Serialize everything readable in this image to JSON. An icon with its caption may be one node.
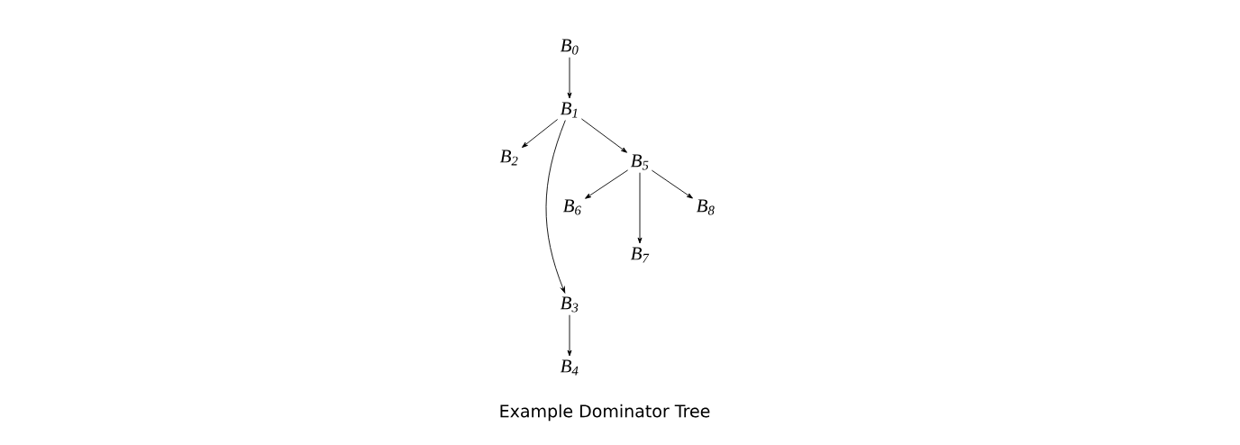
{
  "diagram": {
    "caption": "Example Dominator Tree",
    "nodes": [
      {
        "text": [
          "B$_{0}$"
        ]
      },
      {
        "text": [
          "B$_{1}$"
        ]
      },
      {
        "text": [
          "B$_{2}$"
        ]
      },
      {
        "text": [
          "B$_{3}$"
        ]
      },
      {
        "text": [
          "B$_{4}$"
        ]
      },
      {
        "text": [
          "B$_{5}$"
        ]
      },
      {
        "text": [
          "B$_{6}$"
        ]
      },
      {
        "text": [
          "B$_{7}$"
        ]
      },
      {
        "text": [
          "B$_{8}$"
        ]
      }
    ],
    "edges": [
      {
        "from": 0,
        "to": 1,
        "arrow": "to"
      },
      {
        "from": 1,
        "to": 2,
        "arrow": "to"
      },
      {
        "from": 1,
        "to": 5,
        "arrow": "to"
      },
      {
        "from": 1,
        "to": 3,
        "arrow": "to"
      },
      {
        "from": 5,
        "to": 6,
        "arrow": "to"
      },
      {
        "from": 5,
        "to": 7,
        "arrow": "to"
      },
      {
        "from": 5,
        "to": 8,
        "arrow": "to"
      },
      {
        "from": 3,
        "to": 4,
        "arrow": "to"
      }
    ]
  }
}
